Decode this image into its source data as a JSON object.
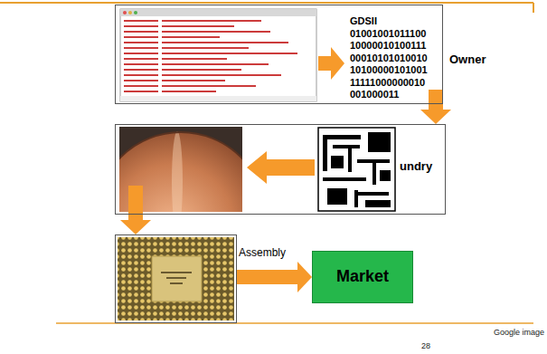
{
  "diagram": {
    "nodes": [
      {
        "text": [
          "GDSII 01001001011100 10000010100111 00010101010010 10100000101001 11111000000010 001000011",
          "Owner"
        ]
      },
      {
        "text": [
          "undry"
        ]
      },
      {
        "text": [
          "Assembly"
        ]
      },
      {
        "text": [
          "Market"
        ]
      }
    ],
    "edges": [
      {
        "from": 0,
        "to": 1,
        "arrow": "to"
      },
      {
        "from": 1,
        "to": 2,
        "arrow": "to"
      },
      {
        "from": 2,
        "to": 3,
        "arrow": "to"
      }
    ],
    "labels": [
      "Google image",
      "28"
    ]
  }
}
